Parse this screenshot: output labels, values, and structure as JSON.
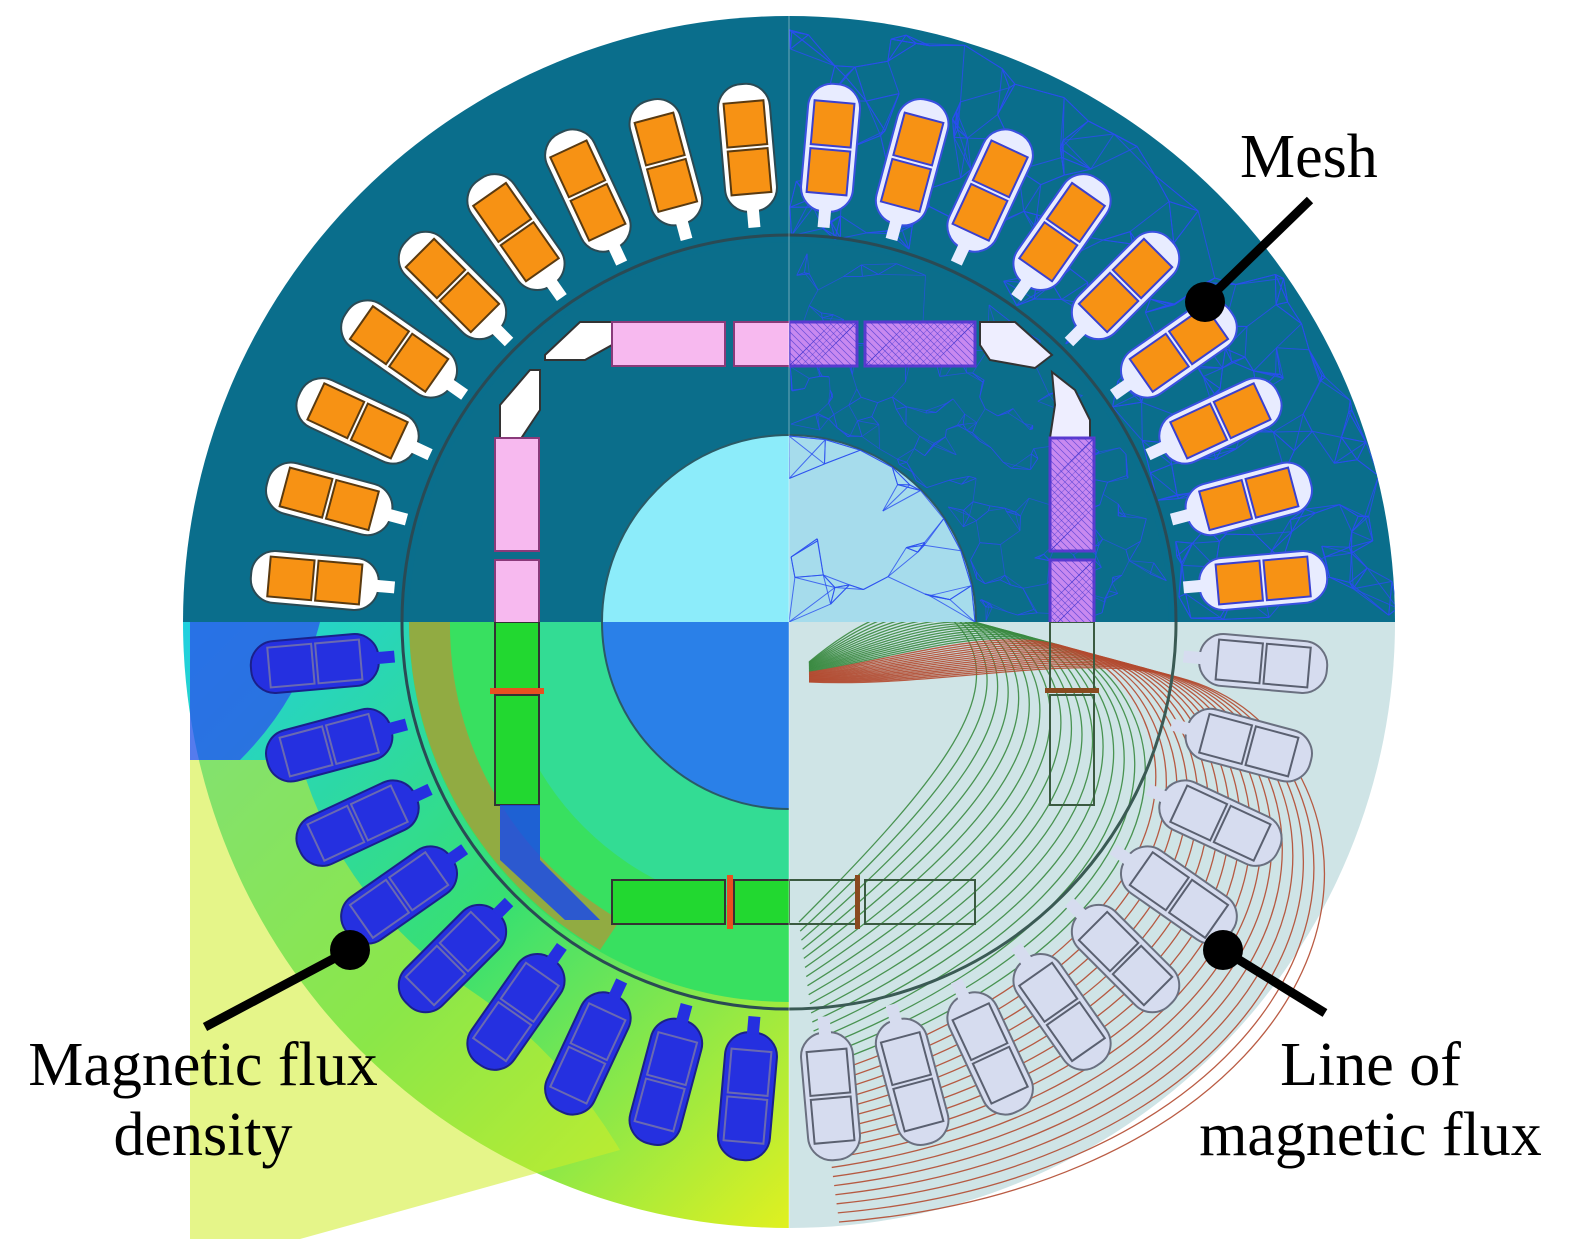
{
  "labels": {
    "mesh": "Mesh",
    "flux_density_line1": "Magnetic flux",
    "flux_density_line2": "density",
    "flux_lines_line1": "Line of",
    "flux_lines_line2": "magnetic flux"
  },
  "colors": {
    "steel_top": "#0a6e8c",
    "shaft_top": "#8cecfa",
    "coil": "#f79214",
    "magnet": "#f7b9ef",
    "mesh_line": "#2a4ef0",
    "flux_line": "#b24a30",
    "pale_bg": "#cfe4e6",
    "pale_slot": "#d6dcef",
    "flux_coil": "#2530e0"
  },
  "slot_count": 36
}
